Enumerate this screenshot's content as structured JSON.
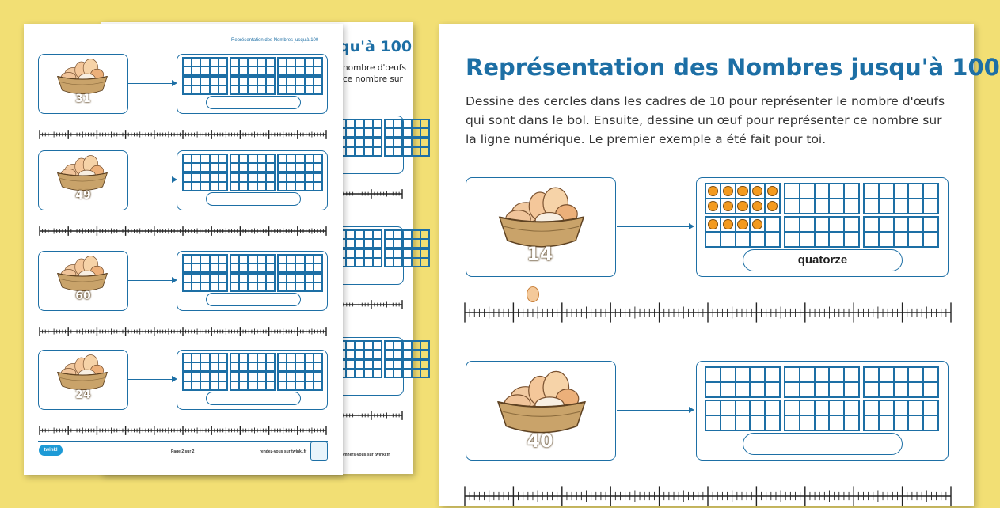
{
  "worksheet": {
    "title": "Représentation des Nombres jusqu'à 100",
    "instructions": "Dessine des cercles dans les cadres de 10 pour représenter le nombre d'œufs qui sont dans le bol. Ensuite, dessine un œuf pour représenter ce nombre sur la ligne numérique. Le premier exemple a été fait pour toi.",
    "example": {
      "number": "14",
      "word": "quatorze",
      "filled_cells": 14
    },
    "second": {
      "number": "40",
      "word": ""
    }
  },
  "back_page": {
    "title_fragment": "qu'à 100",
    "line1": "nombre d'œufs",
    "line2": "ce nombre sur",
    "footer": "nomhers-vous sur twinkl.fr"
  },
  "front_page": {
    "header": "Représentation des Nombres jusqu'à 100",
    "items": [
      {
        "number": "31"
      },
      {
        "number": "49"
      },
      {
        "number": "60"
      },
      {
        "number": "24"
      }
    ],
    "footer_page": "Page 2 sur 2",
    "footer_url": "rendez-vous sur twinkl.fr",
    "logo": "twinkl"
  },
  "colors": {
    "background": "#f2df74",
    "accent": "#1d6fa5",
    "counter": "#f39a1f",
    "bowl": "#c9a36a"
  }
}
